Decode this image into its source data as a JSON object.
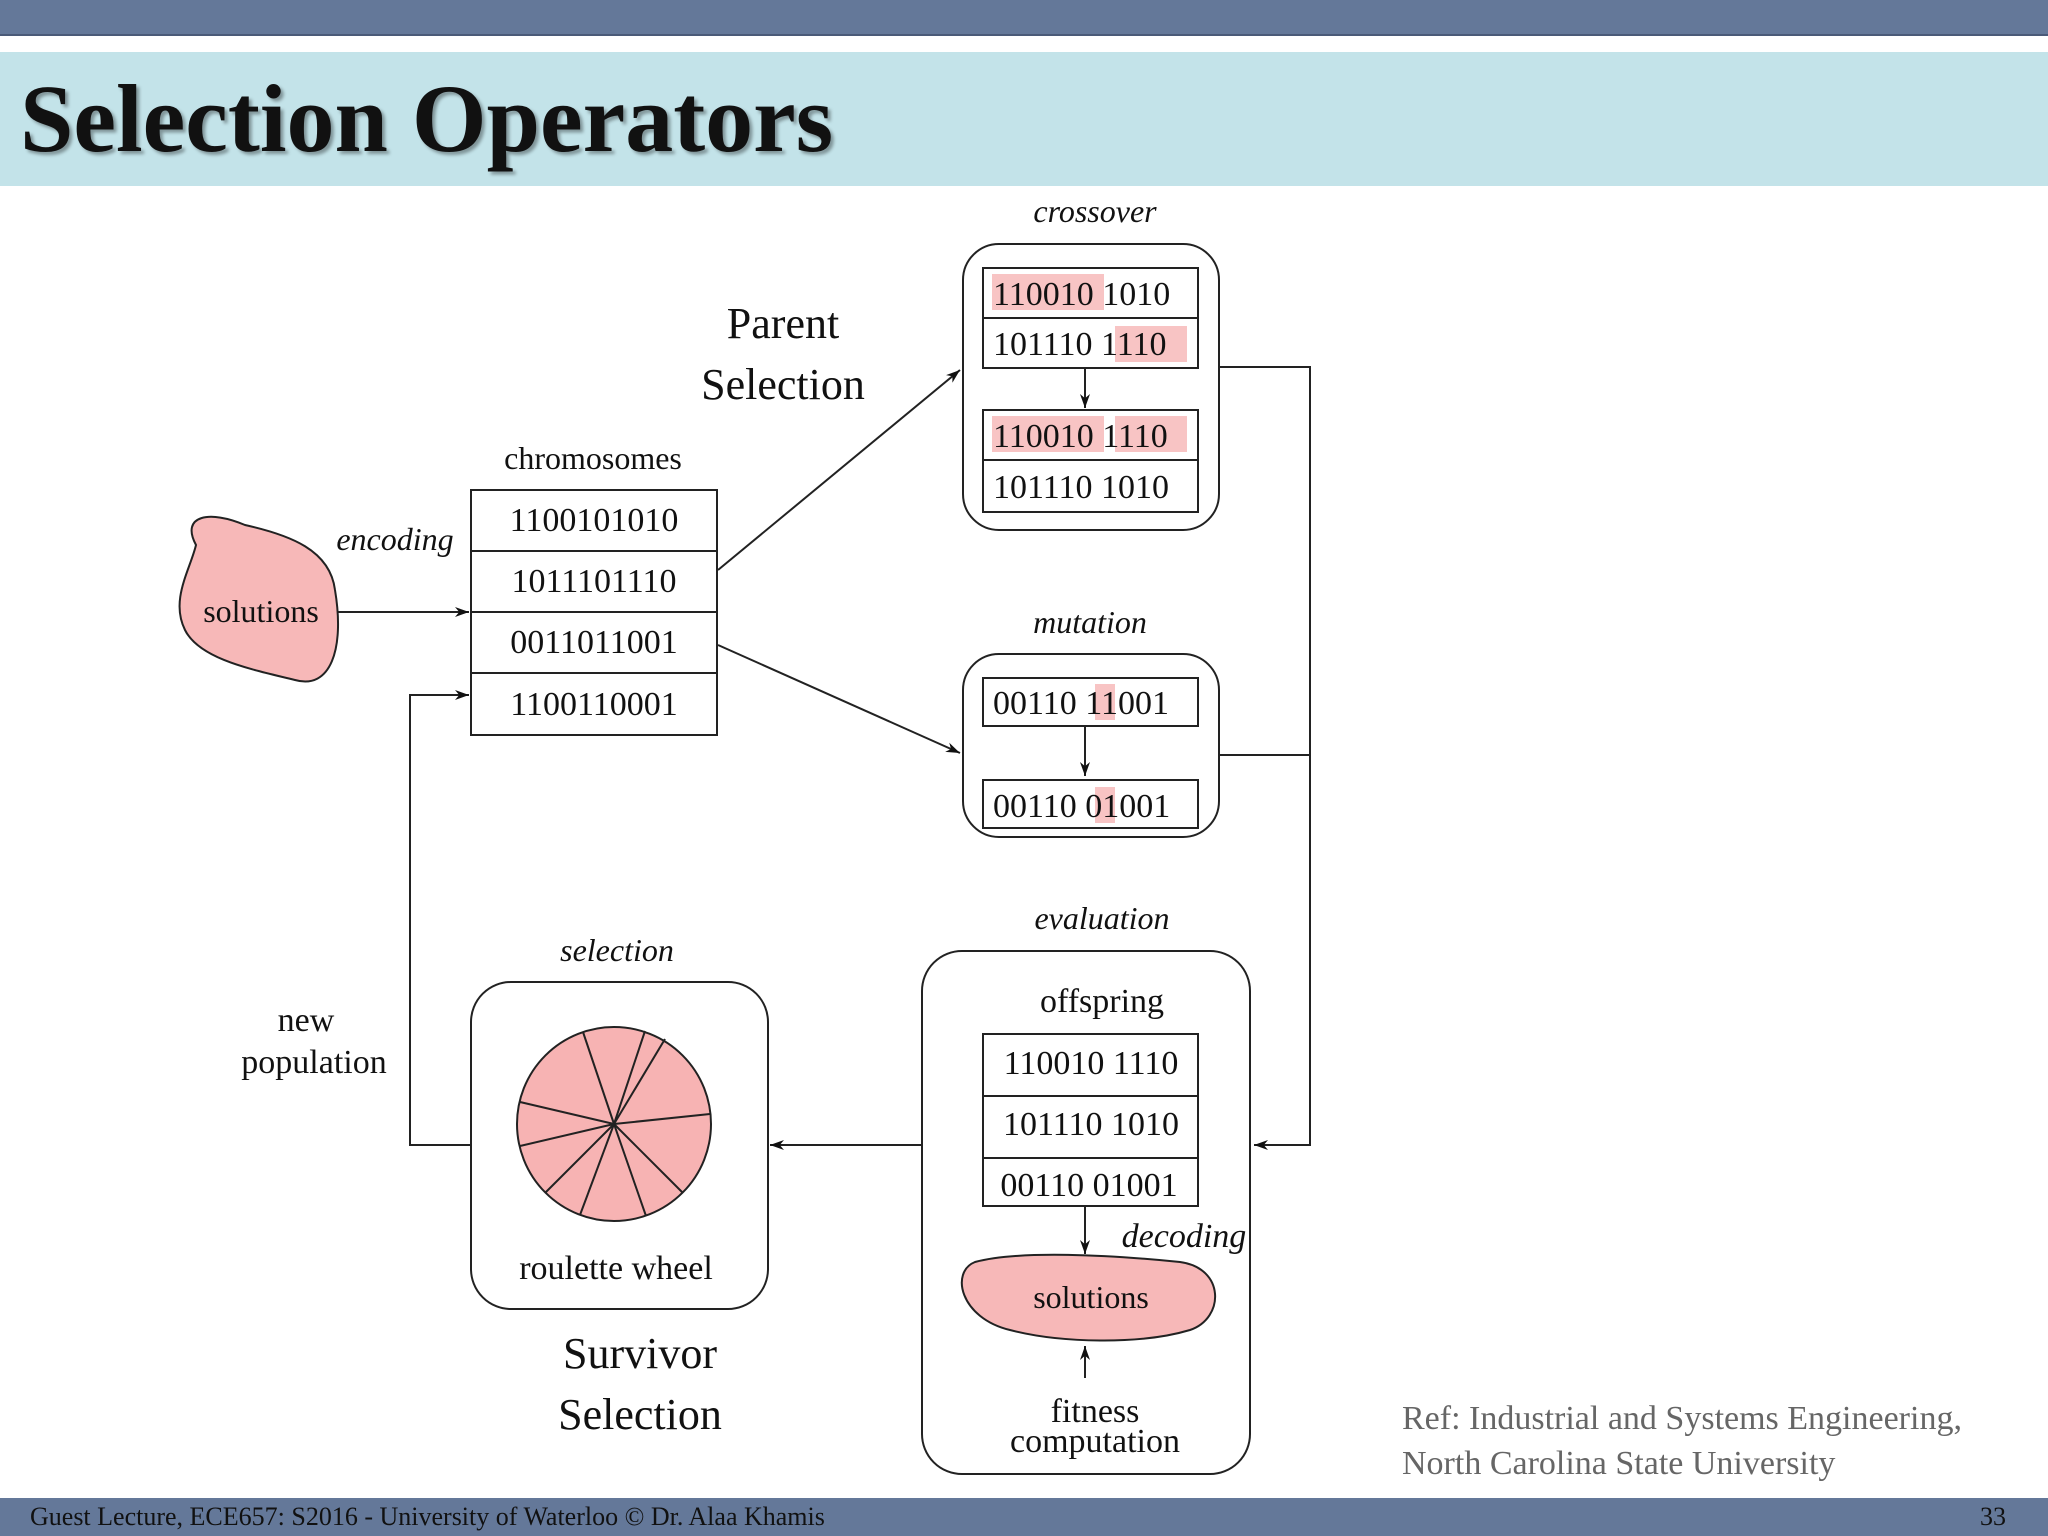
{
  "slide": {
    "title": "Selection Operators",
    "footer_left": "Guest Lecture, ECE657: S2016  - University of Waterloo © Dr. Alaa Khamis",
    "page_number": "33",
    "ref_line1": "Ref: Industrial and Systems Engineering,",
    "ref_line2": "North Carolina State University"
  },
  "diagram": {
    "colors": {
      "highlight": "#f8c4c4",
      "blob_fill": "#f7b8b8",
      "wheel_fill": "#f7b3b3",
      "line": "#222222"
    },
    "solutions_left": "solutions",
    "encoding": "encoding",
    "chromosomes_label": "chromosomes",
    "chromosomes": [
      "1100101010",
      "1011101110",
      "0011011001",
      "1100110001"
    ],
    "parent_selection_1": "Parent",
    "parent_selection_2": "Selection",
    "crossover": {
      "label": "crossover",
      "before": [
        {
          "a": "110010",
          "b": " 1010"
        },
        {
          "a": "101110 ",
          "b": "1110"
        }
      ],
      "after": [
        {
          "a": "110010",
          "b": " ",
          "c": "1110"
        },
        {
          "a": "101110 1010"
        }
      ]
    },
    "mutation": {
      "label": "mutation",
      "before": {
        "a": "00110 ",
        "b": "1",
        "c": "1001"
      },
      "after": {
        "a": "00110 ",
        "b": "0",
        "c": "1001"
      }
    },
    "evaluation": {
      "label": "evaluation",
      "offspring_label": "offspring",
      "offspring": [
        "110010 1110",
        "101110 1010",
        "00110 01001"
      ],
      "decoding": "decoding",
      "solutions": "solutions",
      "fitness_1": "fitness",
      "fitness_2": "computation"
    },
    "selection": {
      "label": "selection",
      "wheel_label": "roulette wheel",
      "survivor_1": "Survivor",
      "survivor_2": "Selection"
    },
    "new_population_1": "new",
    "new_population_2": "population"
  }
}
